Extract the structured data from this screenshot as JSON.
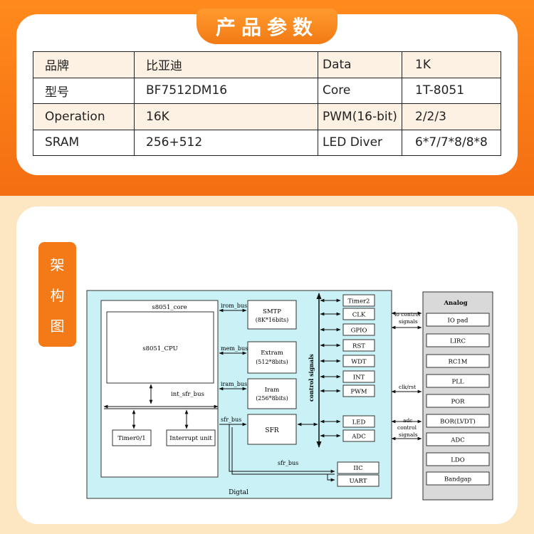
{
  "header": {
    "title": "产品参数"
  },
  "specs": [
    {
      "k1": "品牌",
      "v1": "比亚迪",
      "k2": "Data",
      "v2": "1K"
    },
    {
      "k1": "型号",
      "v1": "BF7512DM16",
      "k2": "Core",
      "v2": "1T-8051"
    },
    {
      "k1": "Operation",
      "v1": "16K",
      "k2": "PWM(16-bit)",
      "v2": "2/2/3"
    },
    {
      "k1": "SRAM",
      "v1": "256+512",
      "k2": "LED  Diver",
      "v2": "6*7/7*8/8*8"
    }
  ],
  "section": {
    "tab_chars": [
      "架",
      "构",
      "图"
    ]
  },
  "diagram": {
    "digital_label": "Digtal",
    "core_label": "s8051_core",
    "cpu_label": "s8051_CPU",
    "int_sfr_bus": "int_sfr_bus",
    "timer01": "Timer0/1",
    "interrupt": "Interrupt unit",
    "irom_bus": "irom_bus",
    "mem_bus": "mem_bus",
    "iram_bus": "iram_bus",
    "sfr_bus_1": "sfr_bus",
    "sfr_bus_2": "sfr_bus",
    "smtp_1": "SMTP",
    "smtp_2": "(8K*16bits)",
    "extram_1": "Extram",
    "extram_2": "(512*8bits)",
    "iram_1": "Iram",
    "iram_2": "(256*8bits)",
    "sfr": "SFR",
    "control_signals": "control signals",
    "periph": [
      "Timer2",
      "CLK",
      "GPIO",
      "RST",
      "WDT",
      "INT",
      "PWM"
    ],
    "led": "LED",
    "adc": "ADC",
    "iic": "IIC",
    "uart": "UART",
    "io_ctrl_1": "io control",
    "io_ctrl_2": "signals",
    "clk_rst": "clk/rst",
    "adc_ctrl_1": "adc",
    "adc_ctrl_2": "control",
    "adc_ctrl_3": "signals",
    "analog_title": "Analog",
    "analog_blocks": [
      "IO pad",
      "LIRC",
      "RC1M",
      "PLL",
      "POR",
      "BOR(LVDT)",
      "ADC",
      "LDO",
      "Bandgap"
    ]
  },
  "colors": {
    "orange": "#f47a18",
    "digital_bg": "#c9f1f6",
    "analog_bg": "#d9d9d9"
  }
}
